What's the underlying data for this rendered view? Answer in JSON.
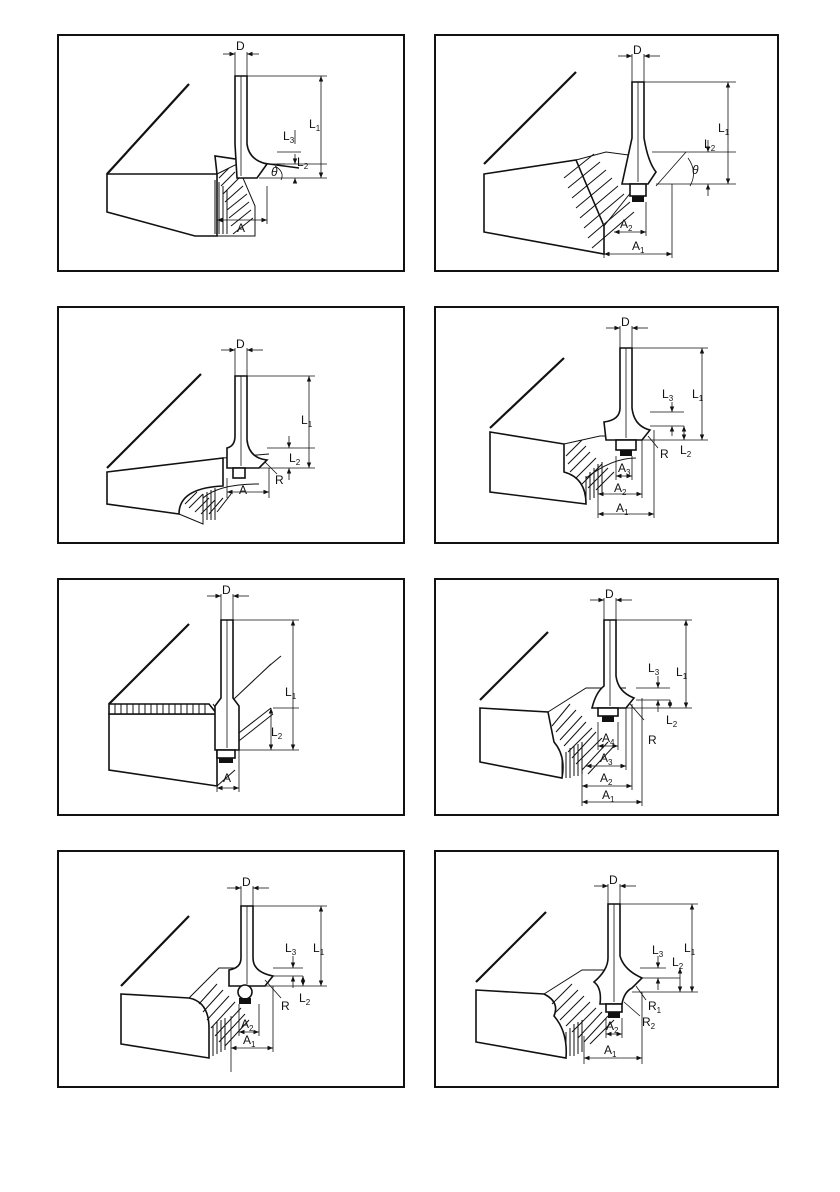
{
  "panels": [
    {
      "id": "chamfer",
      "labels": {
        "D": "D",
        "L1": "L",
        "L1_sub": "1",
        "L2": "L",
        "L2_sub": "2",
        "L3": "L",
        "L3_sub": "3",
        "theta": "θ",
        "A": "A"
      }
    },
    {
      "id": "chamfer-bearing",
      "labels": {
        "D": "D",
        "L1": "L",
        "L1_sub": "1",
        "L2": "L",
        "L2_sub": "2",
        "theta": "θ",
        "A2": "A",
        "A2_sub": "2",
        "A1": "A",
        "A1_sub": "1"
      }
    },
    {
      "id": "corner-round",
      "labels": {
        "D": "D",
        "L1": "L",
        "L1_sub": "1",
        "L2": "L",
        "L2_sub": "2",
        "R": "R",
        "A": "A"
      }
    },
    {
      "id": "round-bearing",
      "labels": {
        "D": "D",
        "L1": "L",
        "L1_sub": "1",
        "L2": "L",
        "L2_sub": "2",
        "L3": "L",
        "L3_sub": "3",
        "R": "R",
        "A3": "A",
        "A3_sub": "3",
        "A2": "A",
        "A2_sub": "2",
        "A1": "A",
        "A1_sub": "1"
      }
    },
    {
      "id": "flush-trim",
      "labels": {
        "D": "D",
        "L1": "L",
        "L1_sub": "1",
        "L2": "L",
        "L2_sub": "2",
        "A": "A"
      }
    },
    {
      "id": "beading",
      "labels": {
        "D": "D",
        "L1": "L",
        "L1_sub": "1",
        "L2": "L",
        "L2_sub": "2",
        "L3": "L",
        "L3_sub": "3",
        "R": "R",
        "A4": "A",
        "A4_sub": "4",
        "A3": "A",
        "A3_sub": "3",
        "A2": "A",
        "A2_sub": "2",
        "A1": "A",
        "A1_sub": "1"
      }
    },
    {
      "id": "cove",
      "labels": {
        "D": "D",
        "L1": "L",
        "L1_sub": "1",
        "L2": "L",
        "L2_sub": "2",
        "L3": "L",
        "L3_sub": "3",
        "R": "R",
        "A2": "A",
        "A2_sub": "2",
        "A1": "A",
        "A1_sub": "1"
      }
    },
    {
      "id": "ogee",
      "labels": {
        "D": "D",
        "L1": "L",
        "L1_sub": "1",
        "L2": "L",
        "L2_sub": "2",
        "L3": "L",
        "L3_sub": "3",
        "R1": "R",
        "R1_sub": "1",
        "R2": "R",
        "R2_sub": "2",
        "A2": "A",
        "A2_sub": "2",
        "A1": "A",
        "A1_sub": "1"
      }
    }
  ]
}
